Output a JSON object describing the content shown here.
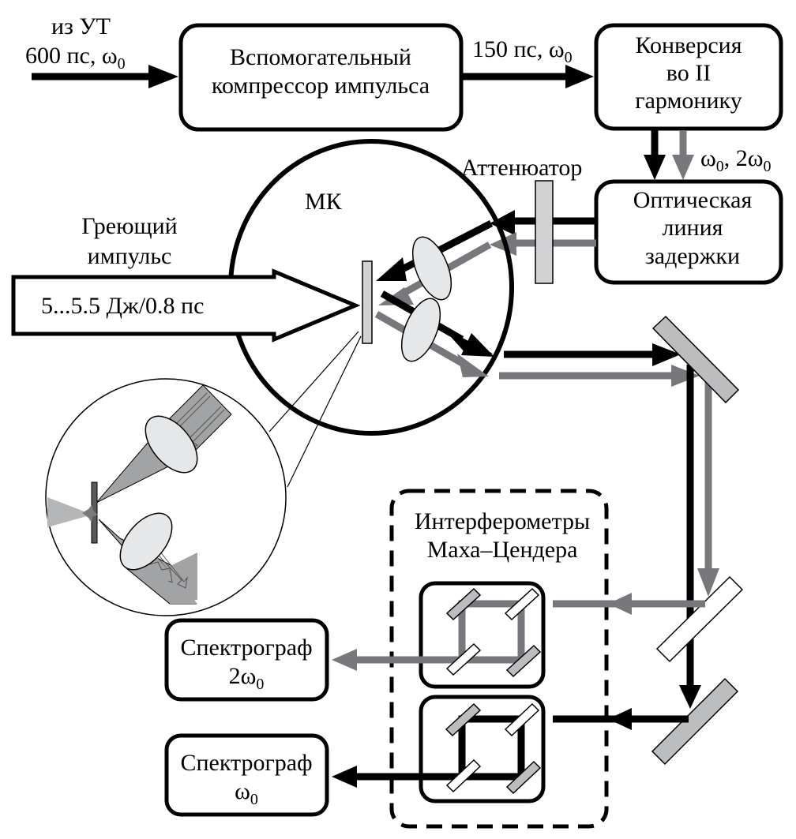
{
  "title": "Схема эксперимента: интерферометрическая диагностика",
  "colors": {
    "beam_fundamental": "#000000",
    "beam_second_harmonic": "#77787b",
    "mirror_fill": "#bcbdbf",
    "lens_fill": "#e6e7e8",
    "attenuator_fill": "#d1d2d4",
    "target_fill": "#d1d2d4"
  },
  "input": {
    "source_label": "из УТ",
    "pulse_label": "600 пс, ω",
    "pulse_sub": "0"
  },
  "compressor": {
    "line1": "Вспомогательный",
    "line2": "компрессор импульса"
  },
  "compressed": {
    "label": "150 пс, ω",
    "sub": "0"
  },
  "shg": {
    "line1": "Конверсия",
    "line2": "во II",
    "line3": "гармонику"
  },
  "shg_output": {
    "w": "ω",
    "sub1": "0",
    "sep": ", 2ω",
    "sub2": "0"
  },
  "delay_line": {
    "line1": "Оптическая",
    "line2": "линия",
    "line3": "задержки"
  },
  "attenuator": {
    "label": "Аттенюатор"
  },
  "chamber": {
    "label": "МК"
  },
  "heating": {
    "line1": "Греющий",
    "line2": "импульс",
    "energy": "5...5.5 Дж/0.8 пс"
  },
  "interferometers": {
    "line1": "Интерферометры",
    "line2": "Маха–Цендера"
  },
  "spectrograph_2w": {
    "line1": "Спектрограф",
    "line2": "2ω",
    "sub": "0"
  },
  "spectrograph_w": {
    "line1": "Спектрограф",
    "line2": "ω",
    "sub": "0"
  }
}
